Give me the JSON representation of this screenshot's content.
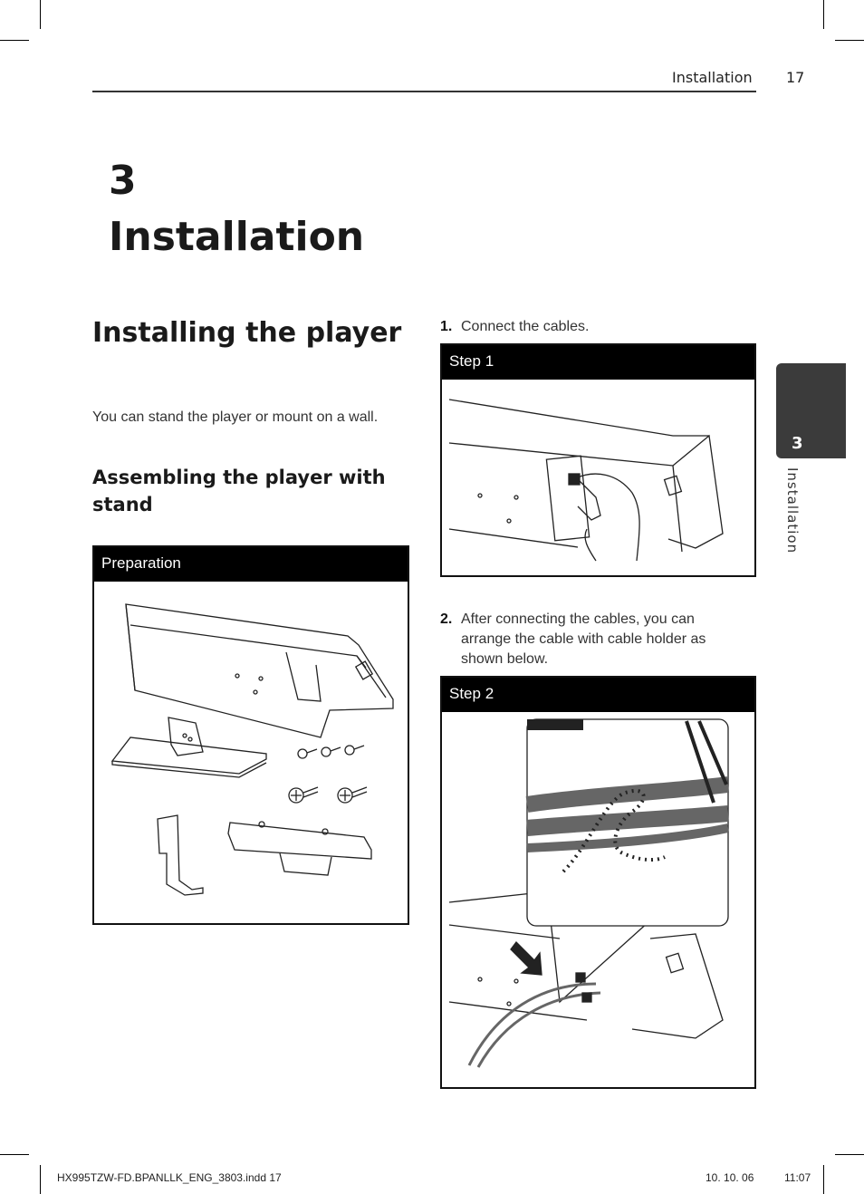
{
  "header": {
    "title": "Installation",
    "page_number": "17"
  },
  "chapter": {
    "number": "3",
    "title": "Installation"
  },
  "section": {
    "title": "Installing the player",
    "intro": "You can stand the player or mount on a wall.",
    "subsection_title": "Assembling the player with stand"
  },
  "preparation": {
    "label": "Preparation"
  },
  "steps": [
    {
      "number": "1.",
      "text": "Connect the cables.",
      "panel_label": "Step 1"
    },
    {
      "number": "2.",
      "text": "After connecting the cables, you can arrange the cable with cable holder as shown below.",
      "panel_label": "Step 2"
    }
  ],
  "side_tab": {
    "number": "3",
    "label": "Installation"
  },
  "footer": {
    "file": "HX995TZW-FD.BPANLLK_ENG_3803.indd   17",
    "date": "10. 10. 06",
    "time": "11:07"
  }
}
